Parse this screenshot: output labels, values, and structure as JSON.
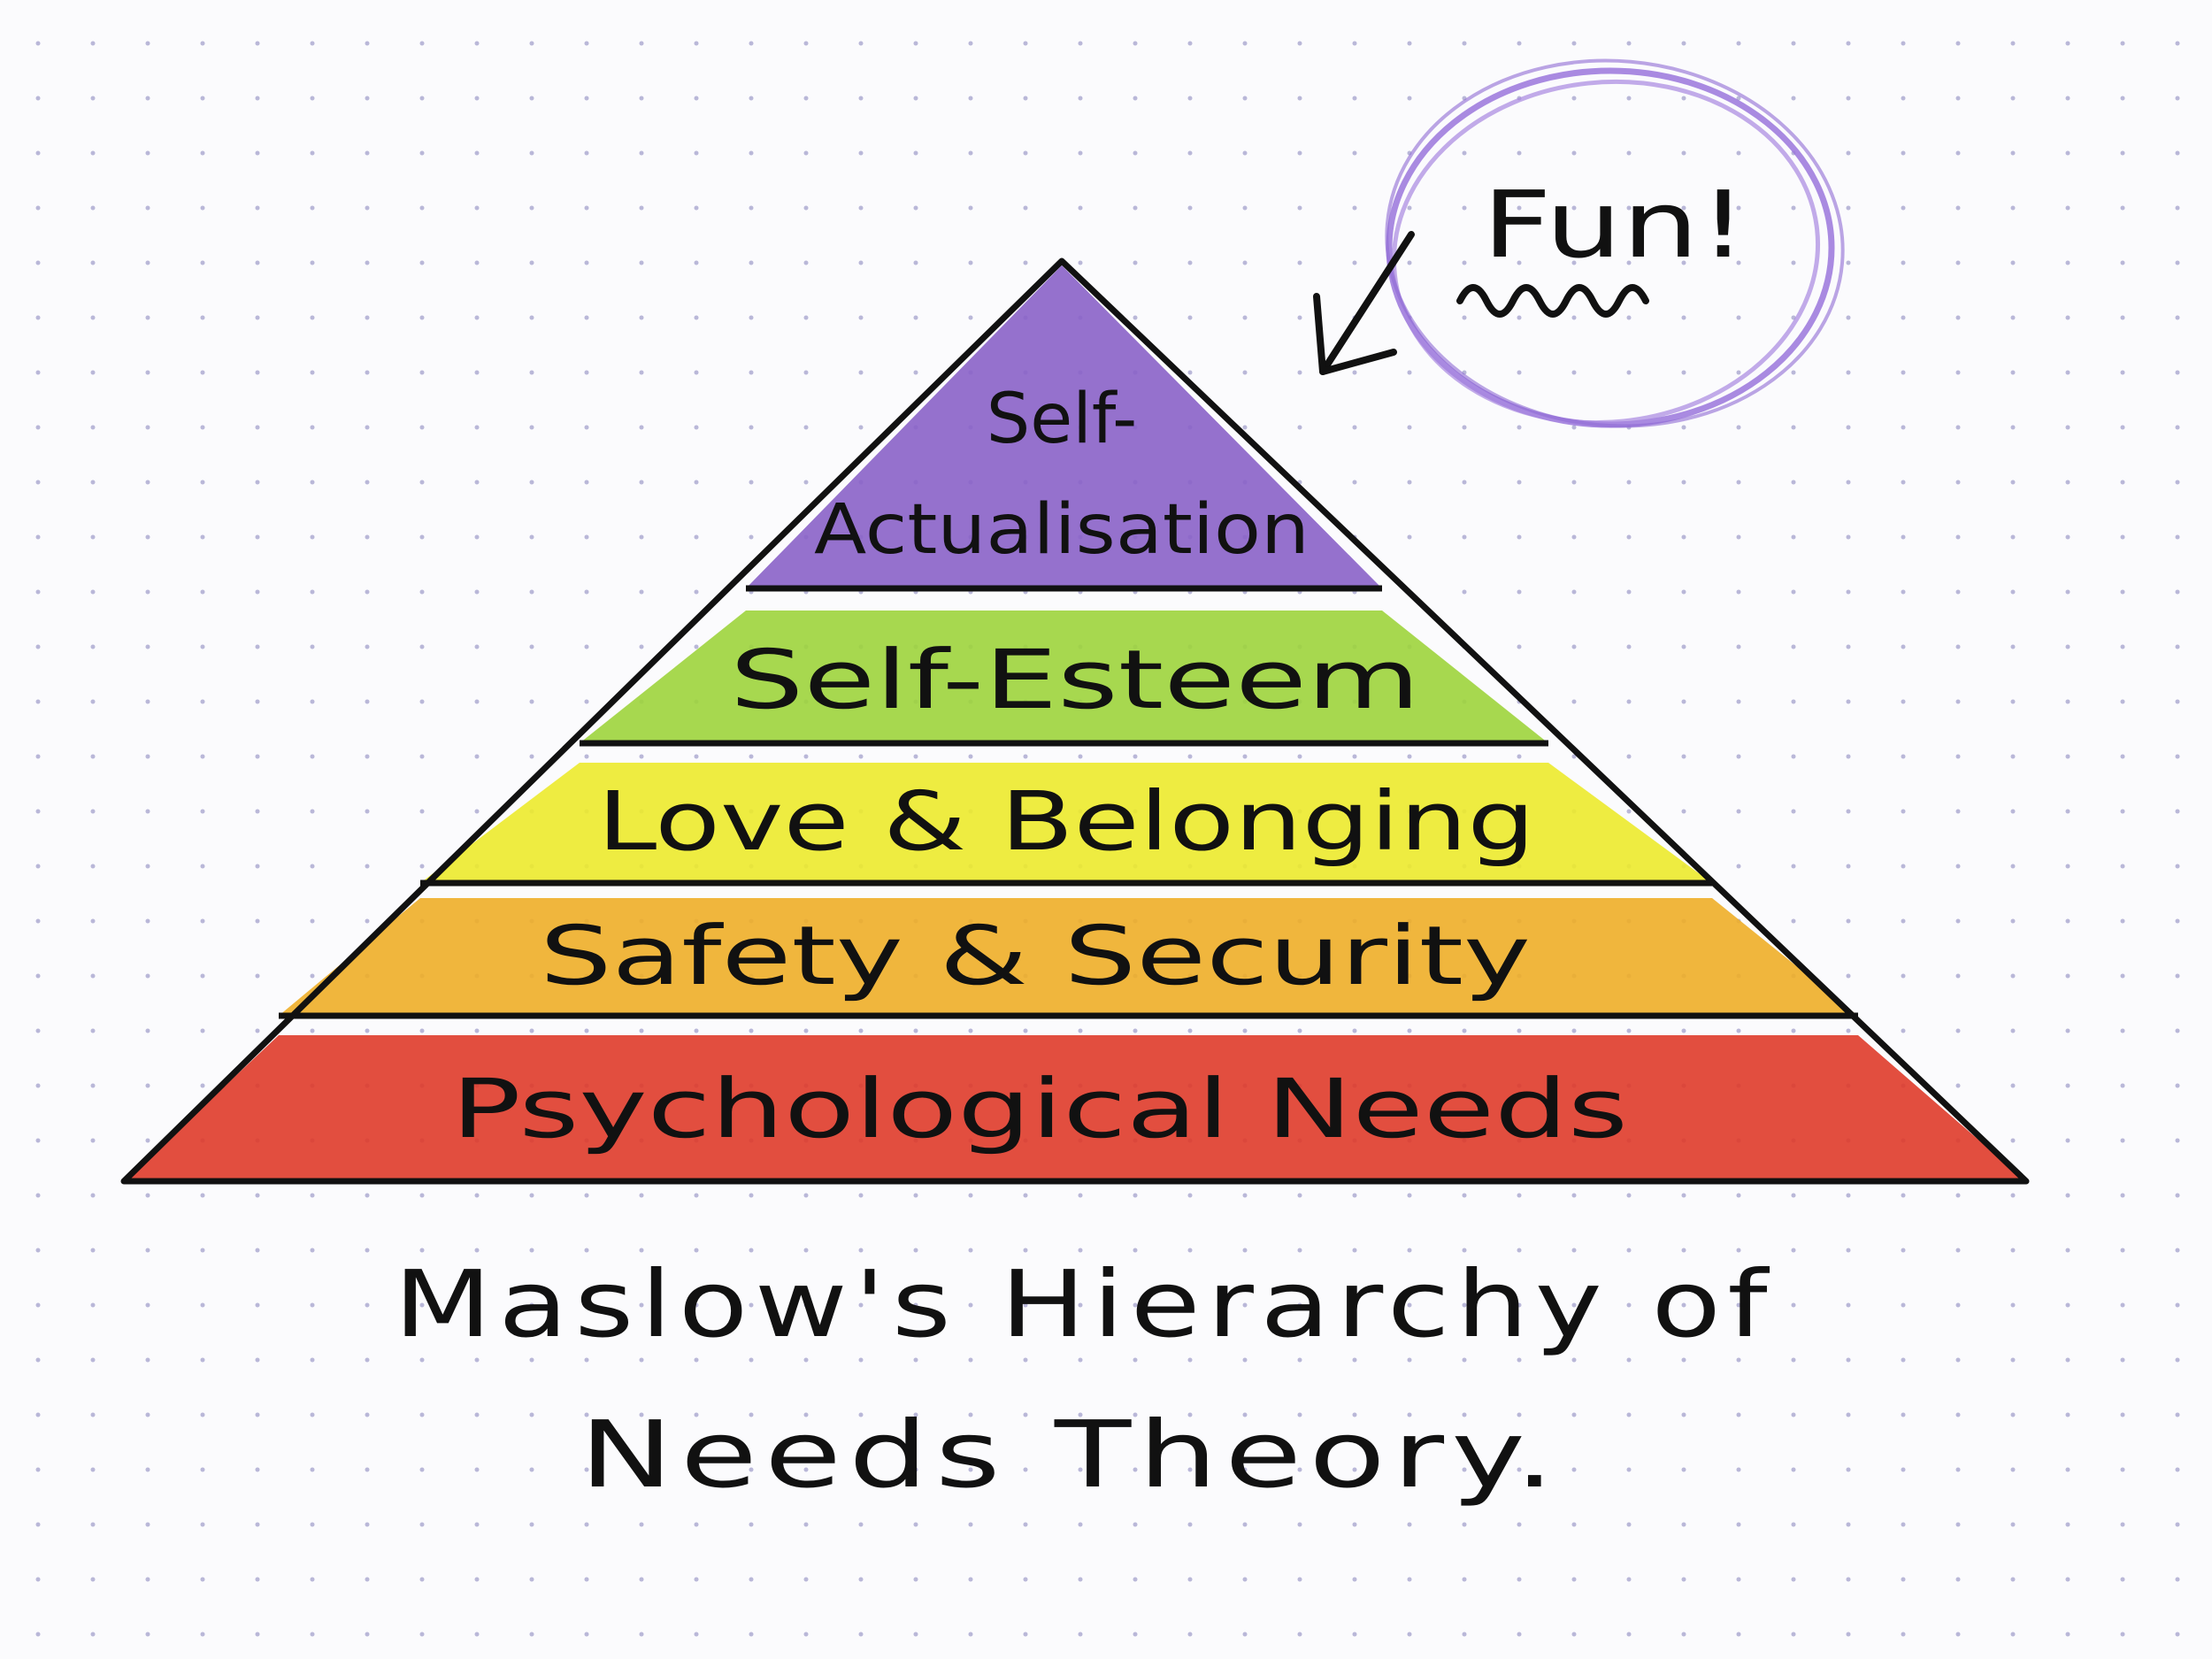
{
  "diagram": {
    "tiers": [
      {
        "label_lines": [
          "Self-",
          "Actualisation"
        ],
        "color": "#8a62c8"
      },
      {
        "label_lines": [
          "Self-Esteem"
        ],
        "color": "#9dd43c"
      },
      {
        "label_lines": [
          "Love & Belonging"
        ],
        "color": "#ecea2c"
      },
      {
        "label_lines": [
          "Safety & Security"
        ],
        "color": "#eeae28"
      },
      {
        "label_lines": [
          "Psychological Needs"
        ],
        "color": "#df3b2a"
      }
    ],
    "callout": {
      "text": "Fun!",
      "ring_color": "#9a76dc"
    },
    "caption": {
      "line1": "Maslow's Hierarchy of",
      "line2": "Needs Theory."
    }
  }
}
